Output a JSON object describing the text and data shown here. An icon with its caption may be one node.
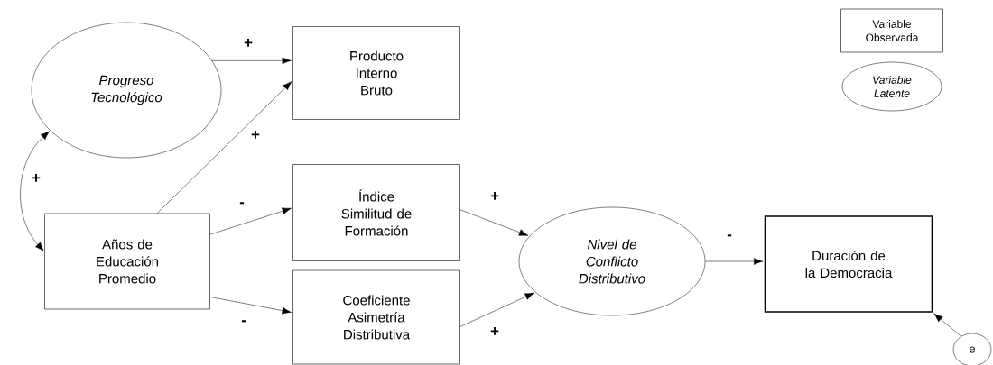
{
  "diagram": {
    "nodes": [
      {
        "text": [
          "Progreso Tecnológico"
        ]
      },
      {
        "text": [
          "Producto Interno Bruto"
        ]
      },
      {
        "text": [
          "Años de Educación Promedio"
        ]
      },
      {
        "text": [
          "Índice Similitud de Formación"
        ]
      },
      {
        "text": [
          "Coeficiente Asimetría Distributiva"
        ]
      },
      {
        "text": [
          "Nivel de Conflicto Distributivo"
        ]
      },
      {
        "text": [
          "Duración de la Democracia"
        ]
      },
      {
        "text": [
          "e"
        ]
      },
      {
        "text": [
          "Variable Observada"
        ]
      },
      {
        "text": [
          "Variable Latente"
        ]
      }
    ],
    "edges": [
      {
        "from": 0,
        "to": 1,
        "arrow": "to",
        "label": "+"
      },
      {
        "from": 2,
        "to": 1,
        "arrow": "to",
        "label": "+"
      },
      {
        "from": 0,
        "to": 2,
        "arrow": "both",
        "label": "+"
      },
      {
        "from": 2,
        "to": 3,
        "arrow": "to",
        "label": "-"
      },
      {
        "from": 2,
        "to": 4,
        "arrow": "to",
        "label": "-"
      },
      {
        "from": 3,
        "to": 5,
        "arrow": "to",
        "label": "+"
      },
      {
        "from": 4,
        "to": 5,
        "arrow": "to",
        "label": "+"
      },
      {
        "from": 5,
        "to": 6,
        "arrow": "to",
        "label": "-"
      },
      {
        "from": 7,
        "to": 6,
        "arrow": "to"
      }
    ]
  }
}
